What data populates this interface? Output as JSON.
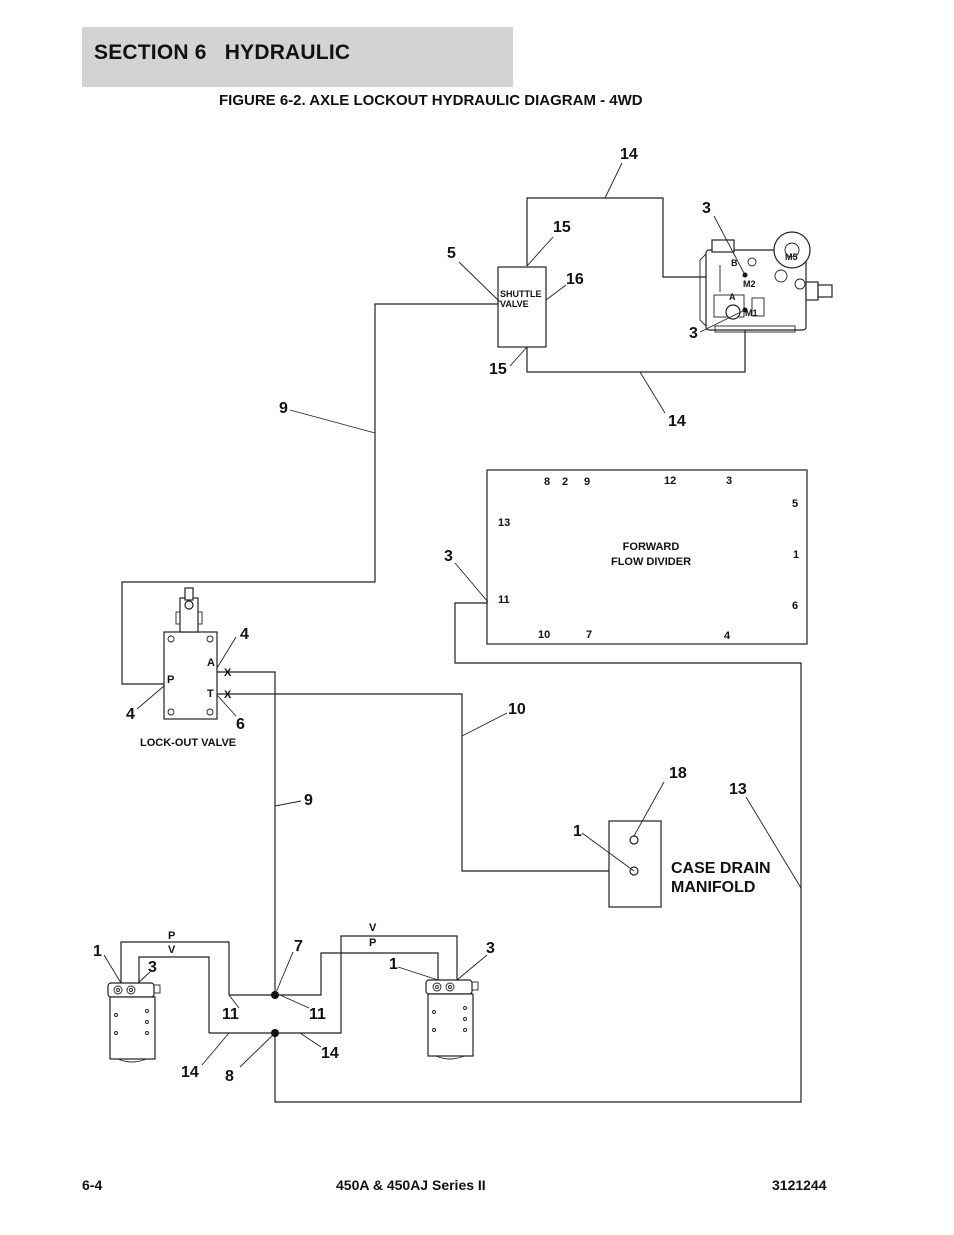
{
  "header": {
    "section": "SECTION 6   HYDRAULIC",
    "figure_title": "FIGURE 6-2. AXLE LOCKOUT HYDRAULIC DIAGRAM - 4WD"
  },
  "footer": {
    "page_number": "6-4",
    "model": "450A & 450AJ Series II",
    "doc_number": "3121244"
  },
  "diagram": {
    "shuttle_valve": {
      "line1": "SHUTTLE",
      "line2": "VALVE"
    },
    "flow_divider": {
      "line1": "FORWARD",
      "line2": "FLOW DIVIDER",
      "ports": [
        "8",
        "2",
        "9",
        "12",
        "3",
        "5",
        "13",
        "1",
        "11",
        "6",
        "10",
        "7",
        "4"
      ]
    },
    "lockout_valve": {
      "label": "LOCK-OUT VALVE",
      "ports": [
        "A",
        "P",
        "T"
      ],
      "marks": [
        "X",
        "X"
      ]
    },
    "case_drain": {
      "line1": "CASE DRAIN",
      "line2": "MANIFOLD"
    },
    "pump_ports": [
      "B",
      "M2",
      "A",
      "M1",
      "M5"
    ],
    "motor_ports": {
      "left": [
        "P",
        "V"
      ],
      "right": [
        "V",
        "P"
      ]
    },
    "callouts": [
      "14",
      "15",
      "16",
      "5",
      "3",
      "3",
      "15",
      "14",
      "9",
      "3",
      "4",
      "4",
      "6",
      "10",
      "9",
      "18",
      "13",
      "1",
      "1",
      "3",
      "7",
      "1",
      "3",
      "11",
      "11",
      "14",
      "14",
      "8"
    ]
  }
}
